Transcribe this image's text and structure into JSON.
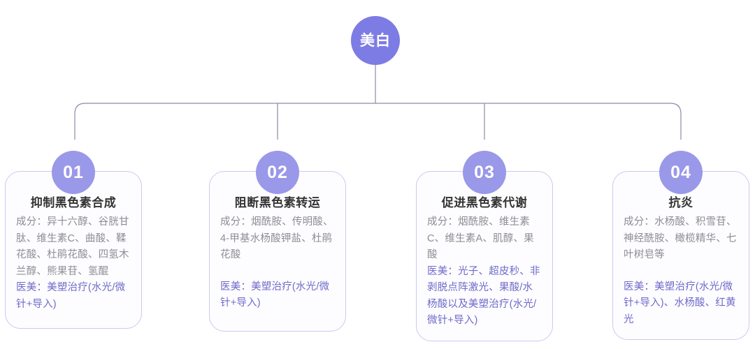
{
  "diagram": {
    "type": "tree",
    "root": {
      "label": "美白",
      "color": "#7d7ce4",
      "text_color": "#ffffff"
    },
    "connector": {
      "color": "#8d8aa8",
      "style": "orthogonal-rounded"
    },
    "branches": [
      {
        "number": "01",
        "badge_color": "#9a98e8",
        "title": "抑制黑色素合成",
        "ingredients": "成分：异十六醇、谷胱甘肽、维生素C、曲酸、鞣花酸、杜鹃花酸、四氢木兰醇、熊果苷、氢醌",
        "has_spacer": false,
        "treatment": "医美：美塑治疗(水光/微针+导入)"
      },
      {
        "number": "02",
        "badge_color": "#9a98e8",
        "title": "阻断黑色素转运",
        "ingredients": "成分：烟酰胺、传明酸、4-甲基水杨酸钾盐、杜鹃花酸",
        "has_spacer": true,
        "treatment": "医美：美塑治疗(水光/微针+导入)"
      },
      {
        "number": "03",
        "badge_color": "#9a98e8",
        "title": "促进黑色素代谢",
        "ingredients": "成分：烟酰胺、维生素C、维生素A、肌醇、果酸",
        "has_spacer": false,
        "treatment": "医美：光子、超皮秒、非剥脱点阵激光、果酸/水杨酸以及美塑治疗(水光/微针+导入)"
      },
      {
        "number": "04",
        "badge_color": "#9a98e8",
        "title": "抗炎",
        "ingredients": "成分：水杨酸、积雪苷、神经酰胺、橄榄精华、七叶树皂等",
        "has_spacer": true,
        "treatment": "医美：美塑治疗(水光/微针+导入)、水杨酸、红黄光"
      }
    ],
    "colors": {
      "background": "#ffffff",
      "card_border": "#cdc9ee",
      "card_fill": "#fdfdff",
      "title_text": "#333333",
      "ingredient_text": "#8d8d95",
      "treatment_text": "#6f6ac9",
      "accent_purple": "#7d7ce4"
    }
  }
}
